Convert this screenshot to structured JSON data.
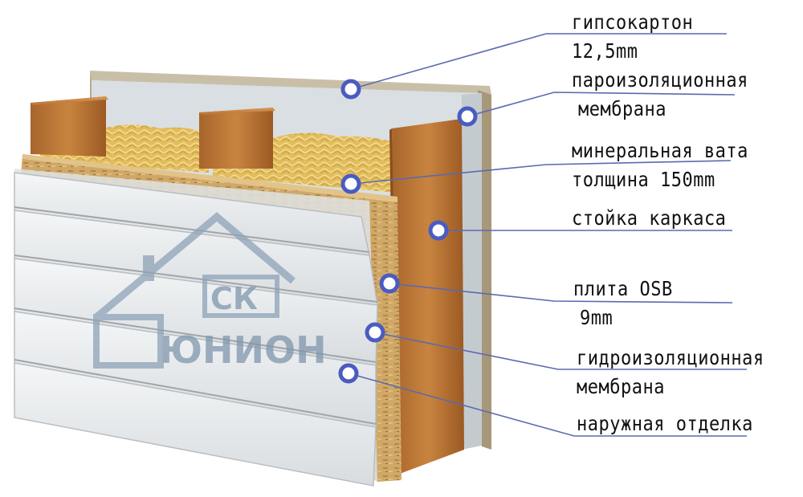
{
  "labels": [
    {
      "line1": "гипсокартон",
      "line2": "12,5mm"
    },
    {
      "line1": "пароизоляционная",
      "line2": "мембрана"
    },
    {
      "line1": "минеральная вата",
      "line2": "толщина 150mm"
    },
    {
      "line1": "стойка каркаса",
      "line2": ""
    },
    {
      "line1": "плита OSB",
      "line2": "9mm"
    },
    {
      "line1": "гидроизоляционная",
      "line2": "мембрана"
    },
    {
      "line1": "наружная отделка",
      "line2": ""
    }
  ],
  "watermark": {
    "top": "СК",
    "bottom": "ЮНИОН"
  },
  "colors": {
    "leader_line": "#5a6ab0",
    "marker": "#4a5cc0",
    "wood": "#c07a3a",
    "insulation": "#e6c36a",
    "drywall": "#b8aa8c",
    "membrane": "#d9dfe2",
    "osb": "#cfa868",
    "siding": "#e9ecee",
    "watermark": "#8ea3b8"
  }
}
